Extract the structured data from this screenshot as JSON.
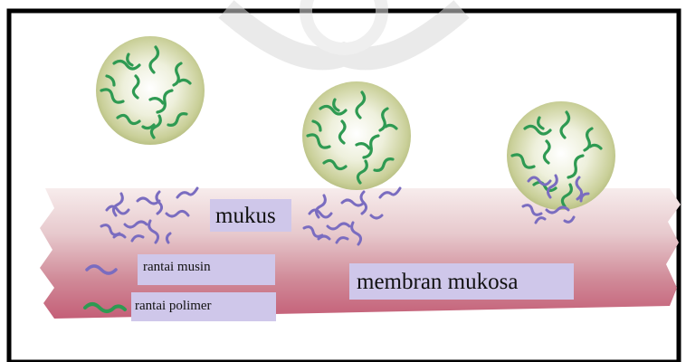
{
  "labels": {
    "mukus": "mukus",
    "rantai_musin": "rantai musin",
    "rantai_polimer": "rantai polimer",
    "membran_mukosa": "membran mukosa"
  },
  "colors": {
    "frame": "#000000",
    "watermark": "#d6d6d6",
    "mucus_layer": "#efe0e0",
    "membrane_layer": "#c46c80",
    "sphere": "#cfd4a8",
    "polymer_chain": "#2e9a52",
    "mucin_chain": "#7a6cc0",
    "label_bg": "#cfc7ea"
  },
  "particles": [
    {
      "state": "above-mucus"
    },
    {
      "state": "approaching-mucus"
    },
    {
      "state": "interpenetrated-with-mucin"
    }
  ]
}
